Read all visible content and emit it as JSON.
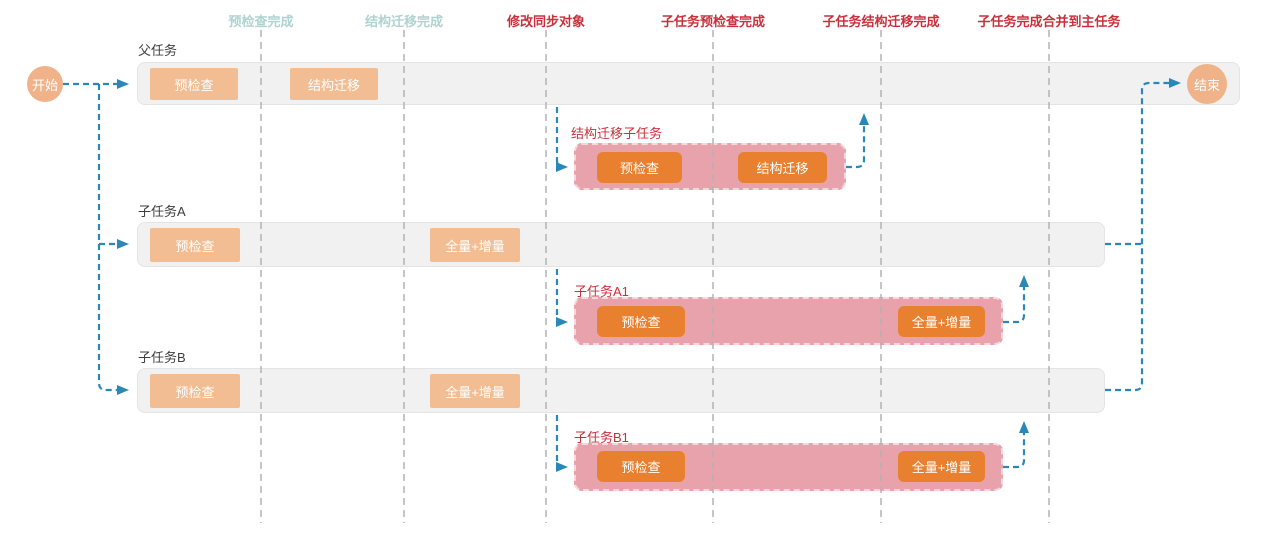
{
  "columns": [
    {
      "label": "预检查完成",
      "status": "done"
    },
    {
      "label": "结构迁移完成",
      "status": "done"
    },
    {
      "label": "修改同步对象",
      "status": "action"
    },
    {
      "label": "子任务预检查完成",
      "status": "action"
    },
    {
      "label": "子任务结构迁移完成",
      "status": "action"
    },
    {
      "label": "子任务完成合并到主任务",
      "status": "action"
    }
  ],
  "nodes": {
    "start": "开始",
    "end": "结束"
  },
  "lanes": [
    {
      "label": "父任务",
      "blocks": [
        "预检查",
        "结构迁移"
      ]
    },
    {
      "label": "子任务A",
      "blocks": [
        "预检查",
        "全量+增量"
      ]
    },
    {
      "label": "子任务B",
      "blocks": [
        "预检查",
        "全量+增量"
      ]
    }
  ],
  "subtasks": [
    {
      "label": "结构迁移子任务",
      "blocks": [
        "预检查",
        "结构迁移"
      ]
    },
    {
      "label": "子任务A1",
      "blocks": [
        "预检查",
        "全量+增量"
      ]
    },
    {
      "label": "子任务B1",
      "blocks": [
        "预检查",
        "全量+增量"
      ]
    }
  ],
  "palette": {
    "arrow_blue": "#2b87b8",
    "milestone_done_text": "#aed3d0",
    "milestone_action_text": "#c9303c",
    "lane_fill": "#f1f1f1",
    "block_light_orange": "#f2bd92",
    "block_dark_orange": "#e8802f",
    "subtask_pink": "#e7a2ac",
    "terminal_node_orange": "#efb289",
    "gridline_gray": "#b3b3b3"
  }
}
